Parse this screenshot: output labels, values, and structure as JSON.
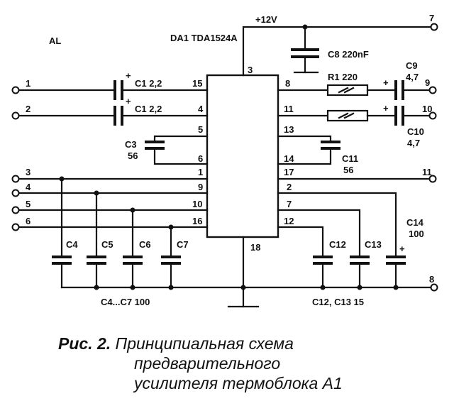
{
  "labels": {
    "al": "AL",
    "ic": "DA1 TDA1524A",
    "supply": "+12V",
    "c8": "C8 220nF",
    "r1": "R1 220",
    "c9a": "C9",
    "c9b": "4,7",
    "c10a": "C10",
    "c10b": "4,7",
    "c1a": "C1 2,2",
    "c1b": "C1 2,2",
    "c3a": "C3",
    "c3b": "56",
    "c11a": "C11",
    "c11b": "56",
    "c14a": "C14",
    "c14b": "100",
    "c4": "C4",
    "c5": "C5",
    "c6": "C6",
    "c7": "C7",
    "c12": "C12",
    "c13": "C13",
    "c4c7": "C4...C7 100",
    "c12c13": "C12, C13 15",
    "plus": "+"
  },
  "pins": {
    "p1": "1",
    "p2": "2",
    "p3": "3",
    "p4": "4",
    "p5": "5",
    "p6": "6",
    "p7": "7",
    "p8": "8",
    "p9": "9",
    "p10": "10",
    "p11": "11",
    "p12": "12",
    "p13": "13",
    "p14": "14",
    "p15": "15",
    "p16": "16",
    "p17": "17",
    "p18": "18"
  },
  "terminals": {
    "in1": "1",
    "in2": "2",
    "in3": "3",
    "in4": "4",
    "in5": "5",
    "in6": "6",
    "out7": "7",
    "out9": "9",
    "out10": "10",
    "out11": "11",
    "out8": "8"
  },
  "caption": {
    "label": "Рис. 2.",
    "line1": "Принципиальная схема",
    "line2": "предварительного",
    "line3": "усилителя термоблока А1"
  }
}
